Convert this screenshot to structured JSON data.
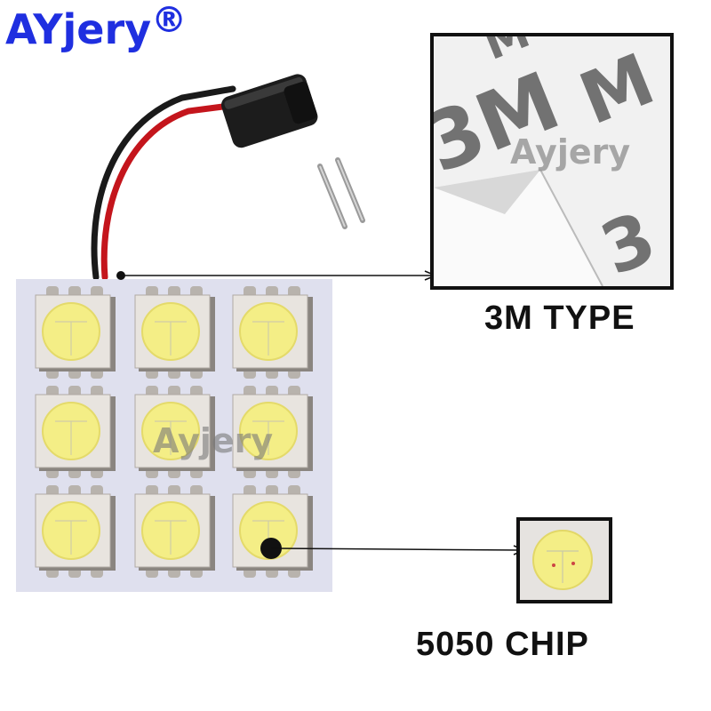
{
  "brand": {
    "name": "AYjery",
    "trademark": "®"
  },
  "watermarks": {
    "board": "Ayjery",
    "tape": "Ayjery"
  },
  "callouts": {
    "tape": {
      "label": "3M TYPE"
    },
    "chip": {
      "label": "5050 CHIP"
    }
  },
  "colors": {
    "brand": "#1f2fe0",
    "board": "#dfe0ee",
    "chip_body": "#e8e4df",
    "lens": "#f4ee86",
    "wire_red": "#c4151c",
    "wire_black": "#1a1a1a"
  },
  "led_grid": {
    "rows": 3,
    "cols": 3
  }
}
